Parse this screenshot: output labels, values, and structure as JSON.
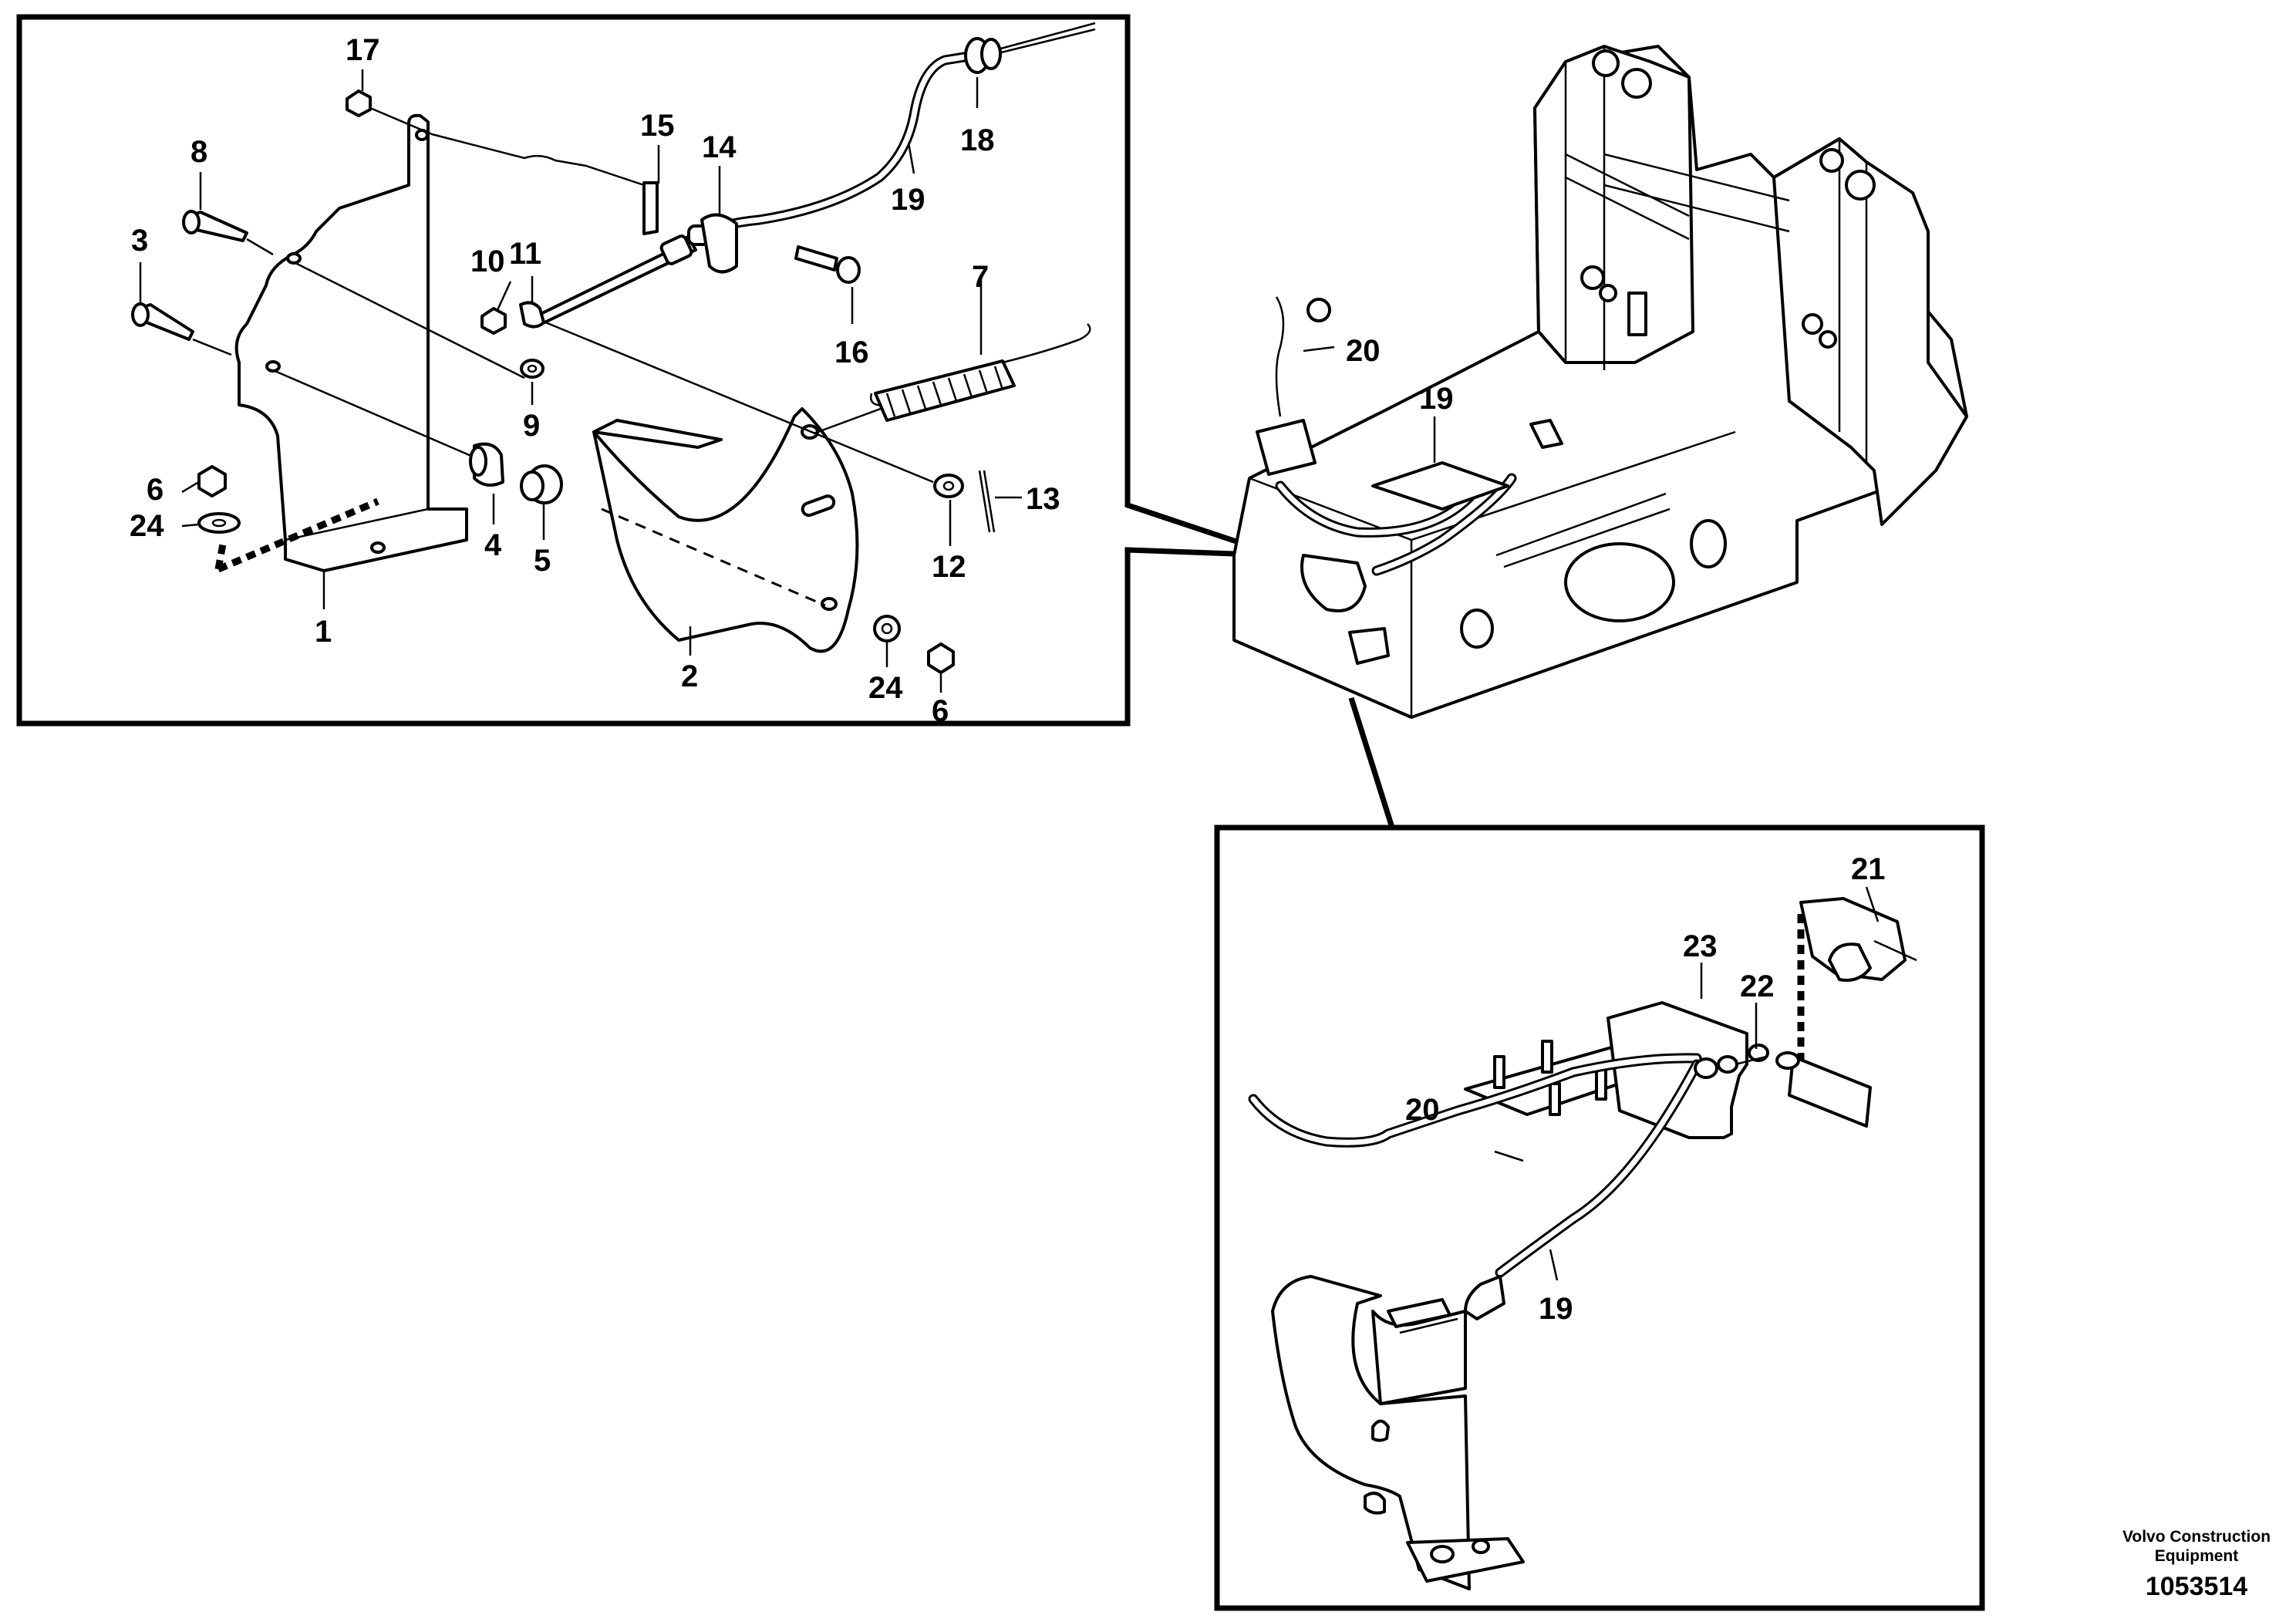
{
  "brand": {
    "line1": "Volvo Construction",
    "line2": "Equipment",
    "document_number": "1053514"
  },
  "detail_top": {
    "callouts": {
      "c1": "1",
      "c2": "2",
      "c3": "3",
      "c4": "4",
      "c5": "5",
      "c6a": "6",
      "c6b": "6",
      "c7": "7",
      "c8": "8",
      "c9": "9",
      "c10": "10",
      "c11": "11",
      "c12": "12",
      "c13": "13",
      "c14": "14",
      "c15": "15",
      "c16": "16",
      "c17": "17",
      "c18": "18",
      "c19": "19",
      "c24a": "24",
      "c24b": "24"
    }
  },
  "machine_view": {
    "callouts": {
      "c19": "19",
      "c20": "20"
    }
  },
  "detail_bottom": {
    "callouts": {
      "c19": "19",
      "c20": "20",
      "c21": "21",
      "c22": "22",
      "c23": "23"
    }
  }
}
